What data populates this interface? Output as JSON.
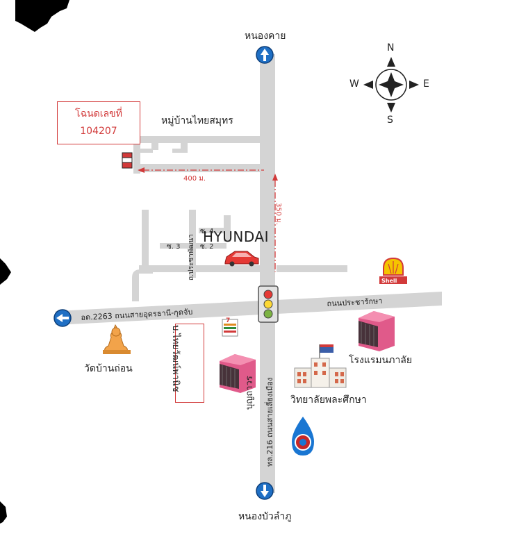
{
  "compass": {
    "n": "N",
    "s": "S",
    "e": "E",
    "w": "W"
  },
  "deed": {
    "title": "โฉนดเลขที่",
    "number": "104207"
  },
  "labels": {
    "north_dest": "หนองคาย",
    "south_dest": "หนองบัวลำภู",
    "village": "หมู่บ้านไทยสมุทร",
    "dist_400": "400 ม.",
    "dist_350": "350 ม.",
    "hyundai": "HYUNDAI",
    "soi3": "ซ. 3",
    "soi2": "ซ. 2",
    "soi4": "ซ. 4",
    "side_road": "ถ.ประชาพัฒนา",
    "road_west": "อด.2263 ถนนสายอุดรธานี-กุดจับ",
    "road_east": "ถนนประชารักษา",
    "road_south": "ทล.216 ถนนสายเลี่ยงเมือง",
    "temple": "วัดบ้านถ่อน",
    "hotel": "โรงแรมนภาลัย",
    "college": "วิทยาลัยพละศึกษา",
    "bunthawon": "บุญถาวร",
    "shop": "บ.ไทยวัฒน์พานิช",
    "shell": "Shell",
    "seven": "7"
  },
  "colors": {
    "road": "#d4d4d4",
    "accent": "#d23a3a",
    "pin": "#1f6fc4",
    "shell": "#f5c400",
    "ptt": "#1976d2"
  },
  "icons": [
    "north-arrow-icon",
    "south-arrow-icon",
    "west-arrow-icon",
    "compass-icon",
    "traffic-light-icon",
    "car-icon",
    "shell-logo-icon",
    "seven-eleven-icon",
    "buddha-icon",
    "hotel-icon",
    "college-icon",
    "bunthawon-icon",
    "ptt-icon",
    "land-plot-icon"
  ]
}
